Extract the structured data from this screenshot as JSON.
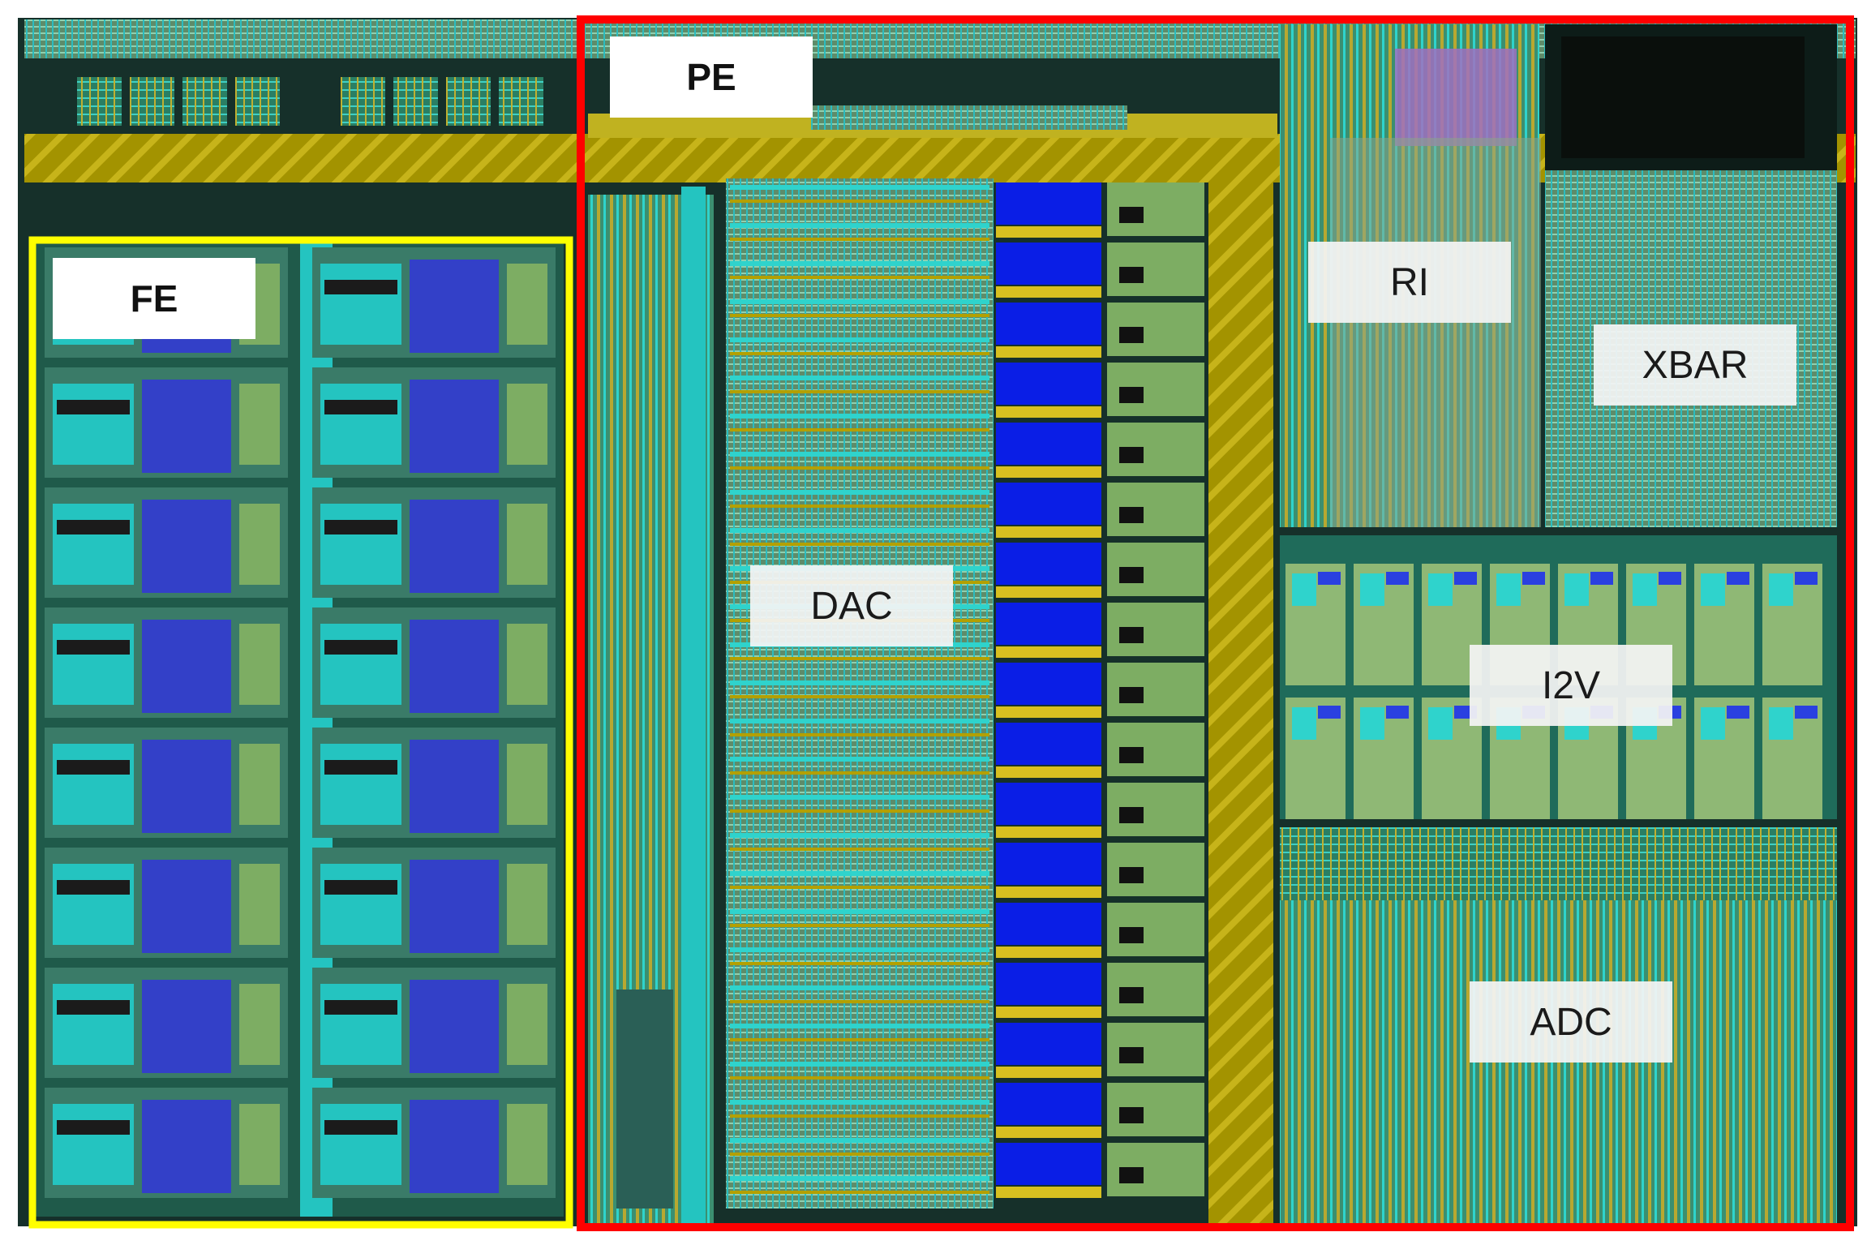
{
  "figure": {
    "labels": {
      "fe": "FE",
      "pe": "PE",
      "ri": "RI",
      "xbar": "XBAR",
      "dac": "DAC",
      "i2v": "I2V",
      "adc": "ADC"
    },
    "colors": {
      "fe_outline": "#ffff00",
      "pe_outline": "#ff0000",
      "metal_yellow": "#b3a000",
      "metal_cyan": "#22c7c2",
      "cell_blue": "#0a1ee6",
      "diffusion_green": "#7dad63",
      "substrate": "#0e1f17",
      "purple_block": "#a070c0"
    }
  }
}
